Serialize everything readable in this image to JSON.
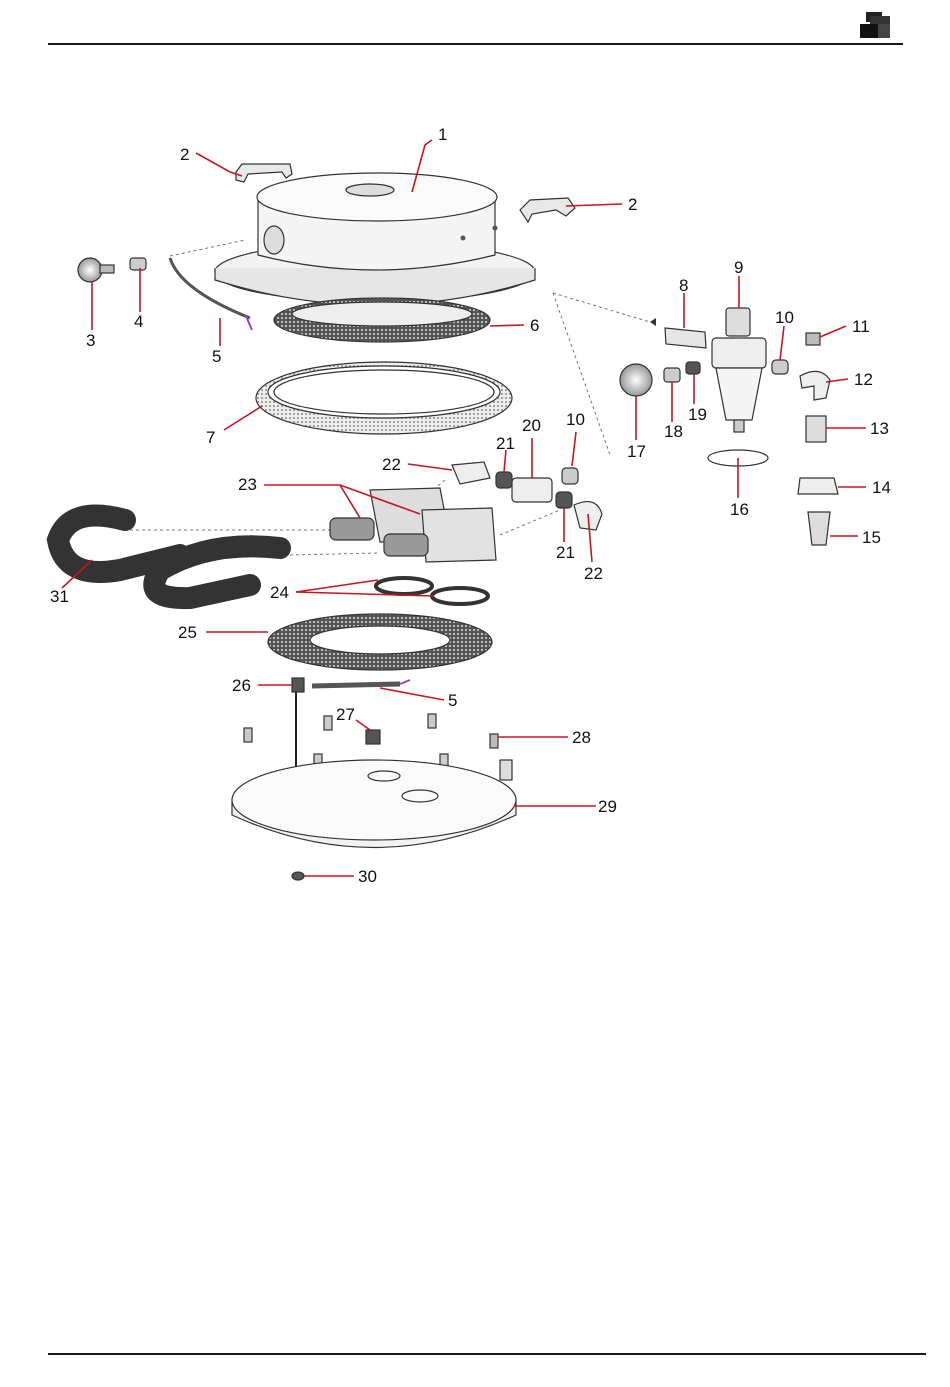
{
  "header": {
    "logo_icon": "stacked-blocks-icon"
  },
  "diagram": {
    "callouts": [
      {
        "id": "c1",
        "text": "1"
      },
      {
        "id": "c2a",
        "text": "2"
      },
      {
        "id": "c2b",
        "text": "2"
      },
      {
        "id": "c3",
        "text": "3"
      },
      {
        "id": "c4",
        "text": "4"
      },
      {
        "id": "c5a",
        "text": "5"
      },
      {
        "id": "c5b",
        "text": "5"
      },
      {
        "id": "c6",
        "text": "6"
      },
      {
        "id": "c7",
        "text": "7"
      },
      {
        "id": "c8",
        "text": "8"
      },
      {
        "id": "c9",
        "text": "9"
      },
      {
        "id": "c10a",
        "text": "10"
      },
      {
        "id": "c10b",
        "text": "10"
      },
      {
        "id": "c11",
        "text": "11"
      },
      {
        "id": "c12",
        "text": "12"
      },
      {
        "id": "c13",
        "text": "13"
      },
      {
        "id": "c14",
        "text": "14"
      },
      {
        "id": "c15",
        "text": "15"
      },
      {
        "id": "c16",
        "text": "16"
      },
      {
        "id": "c17",
        "text": "17"
      },
      {
        "id": "c18",
        "text": "18"
      },
      {
        "id": "c19",
        "text": "19"
      },
      {
        "id": "c20",
        "text": "20"
      },
      {
        "id": "c21a",
        "text": "21"
      },
      {
        "id": "c21b",
        "text": "21"
      },
      {
        "id": "c22a",
        "text": "22"
      },
      {
        "id": "c22b",
        "text": "22"
      },
      {
        "id": "c23",
        "text": "23"
      },
      {
        "id": "c24",
        "text": "24"
      },
      {
        "id": "c25",
        "text": "25"
      },
      {
        "id": "c26",
        "text": "26"
      },
      {
        "id": "c27",
        "text": "27"
      },
      {
        "id": "c28",
        "text": "28"
      },
      {
        "id": "c29",
        "text": "29"
      },
      {
        "id": "c30",
        "text": "30"
      },
      {
        "id": "c31",
        "text": "31"
      }
    ]
  }
}
